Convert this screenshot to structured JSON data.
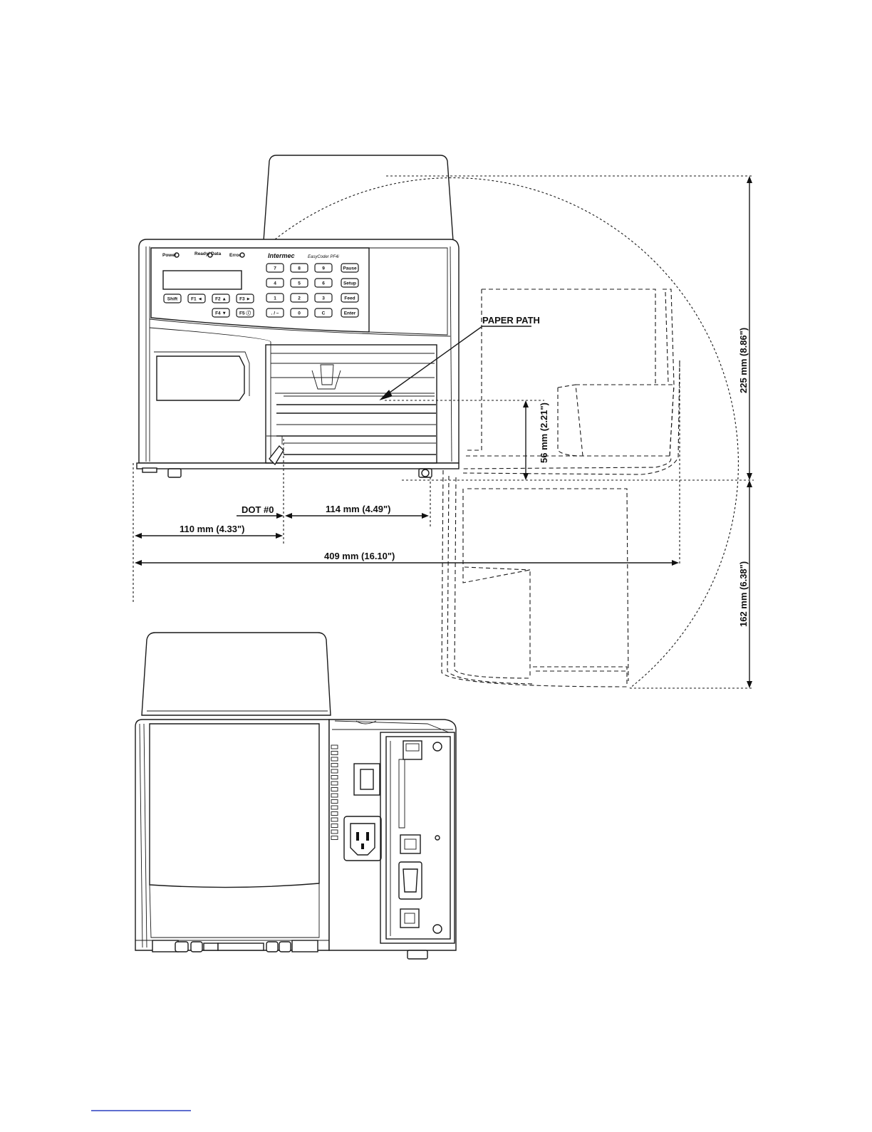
{
  "front_panel": {
    "brand": "Intermec",
    "model": "EasyCoder PF4i",
    "indicators": [
      "Power",
      "Ready/ Data",
      "Error"
    ],
    "keypad_rows": [
      [
        "7",
        "8",
        "9",
        "Pause"
      ],
      [
        "4",
        "5",
        "6",
        "Setup"
      ],
      [
        "1",
        "2",
        "3",
        "Feed"
      ],
      [
        ". / –",
        "0",
        "C",
        "Enter"
      ]
    ],
    "function_keys": [
      "Shift",
      "F1 ◄",
      "F2 ▲",
      "F3 ►",
      "F4 ▼",
      "F5 ⓘ"
    ]
  },
  "callouts": {
    "paper_path": "PAPER PATH",
    "dot0": "DOT #0"
  },
  "dimensions": {
    "d114": "114 mm (4.49\")",
    "d110": "110 mm (4.33\")",
    "d409": "409 mm (16.10\")",
    "d56": "56 mm (2.21\")",
    "d225": "225 mm (8.86\")",
    "d162": "162 mm (6.38\")"
  },
  "colors": {
    "line": "#1a1a1a",
    "footer_rule": "#2a3fbf"
  }
}
